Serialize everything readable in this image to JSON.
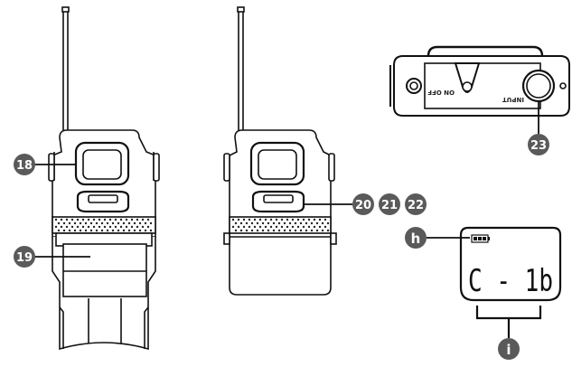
{
  "callouts": {
    "c18": "18",
    "c19": "19",
    "c20": "20",
    "c21": "21",
    "c22": "22",
    "c23": "23",
    "ch": "h",
    "ci": "i"
  },
  "top_view": {
    "label_left": "ON OFF",
    "label_right": "INPUT"
  },
  "lcd": {
    "display_text": "C - 1b"
  },
  "colors": {
    "callout_fill": "#5a5a5a",
    "outline": "#111111",
    "body_fill": "#ffffff",
    "lcd_fill": "#ffffff"
  }
}
